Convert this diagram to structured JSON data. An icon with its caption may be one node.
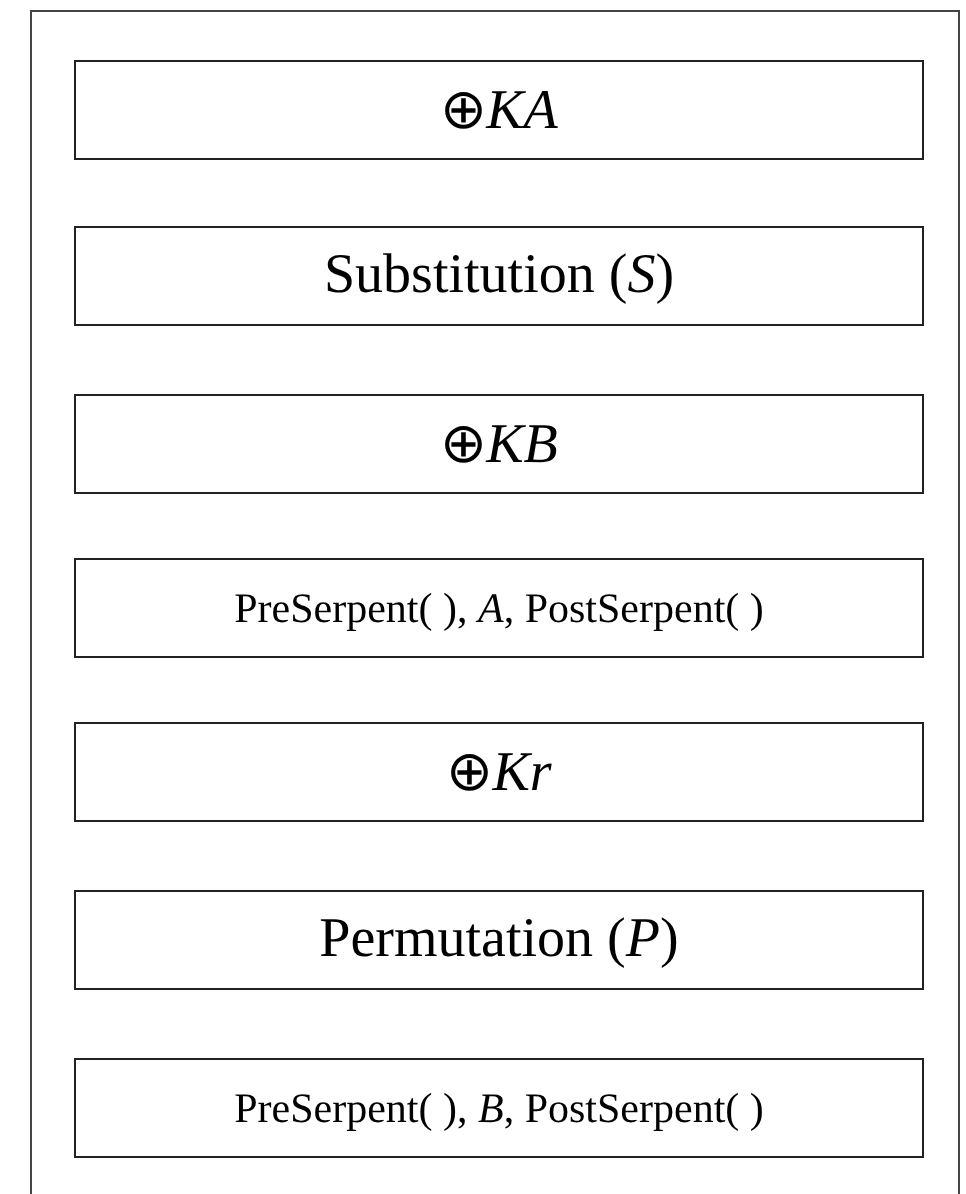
{
  "diagram": {
    "nodes": [
      {
        "text": [
          "⊕*KA*"
        ]
      },
      {
        "text": [
          "Substitution (*S*)"
        ]
      },
      {
        "text": [
          "⊕*KB*"
        ]
      },
      {
        "text": [
          "PreSerpent( ), *A*, PostSerpent( )"
        ]
      },
      {
        "text": [
          "⊕*Kr*"
        ]
      },
      {
        "text": [
          "Permutation (*P*)"
        ]
      },
      {
        "text": [
          "PreSerpent( ), *B*, PostSerpent( )"
        ]
      }
    ]
  }
}
